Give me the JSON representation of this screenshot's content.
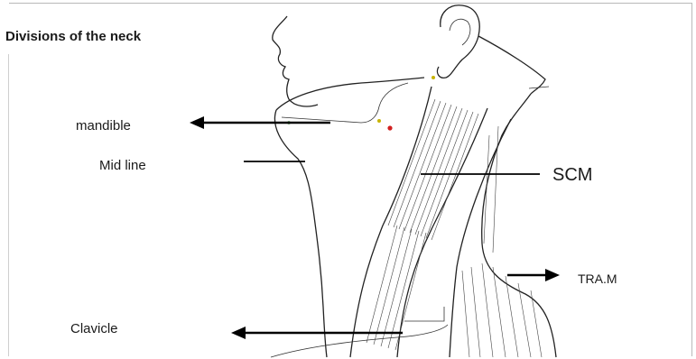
{
  "title": "Divisions of the neck",
  "labels": {
    "mandible": "mandible",
    "mid_line": "Mid line",
    "scm": "SCM",
    "tra_m": "TRA.M",
    "clavicle": "Clavicle"
  },
  "colors": {
    "ink": "#222222",
    "marker_red": "#d22020",
    "marker_yellow": "#c8b400",
    "marker_green": "#3a8a3a"
  }
}
